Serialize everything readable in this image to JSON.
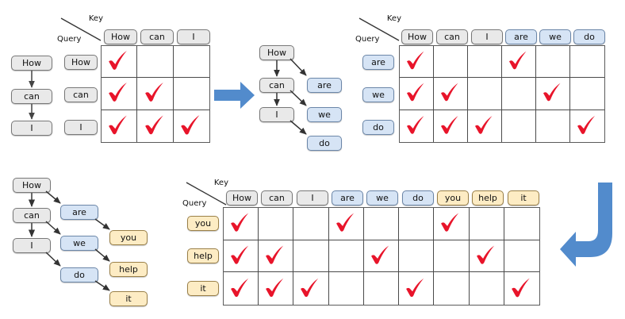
{
  "tokens": {
    "how": "How",
    "can": "can",
    "i": "I",
    "are": "are",
    "we": "we",
    "do": "do",
    "you": "you",
    "help": "help",
    "it": "it"
  },
  "axis_labels": {
    "key": "Key",
    "query": "Query"
  },
  "panels": {
    "top_left": {
      "chain": [
        "How",
        "can",
        "I"
      ],
      "matrix": {
        "columns": [
          "How",
          "can",
          "I"
        ],
        "rows": [
          "How",
          "can",
          "I"
        ],
        "marks": [
          [
            true,
            false,
            false
          ],
          [
            true,
            true,
            false
          ],
          [
            true,
            true,
            true
          ]
        ]
      }
    },
    "top_middle_tree": {
      "nodes": [
        "How",
        "can",
        "I",
        "are",
        "we",
        "do"
      ]
    },
    "top_right": {
      "matrix": {
        "columns": [
          "How",
          "can",
          "I",
          "are",
          "we",
          "do"
        ],
        "rows": [
          "are",
          "we",
          "do"
        ],
        "marks": [
          [
            true,
            false,
            false,
            true,
            false,
            false
          ],
          [
            true,
            true,
            false,
            false,
            true,
            false
          ],
          [
            true,
            true,
            true,
            false,
            false,
            true
          ]
        ]
      }
    },
    "bottom_left_tree": {
      "nodes": [
        "How",
        "can",
        "I",
        "are",
        "we",
        "do",
        "you",
        "help",
        "it"
      ]
    },
    "bottom_right": {
      "matrix": {
        "columns": [
          "How",
          "can",
          "I",
          "are",
          "we",
          "do",
          "you",
          "help",
          "it"
        ],
        "rows": [
          "you",
          "help",
          "it"
        ],
        "marks": [
          [
            true,
            false,
            false,
            true,
            false,
            false,
            true,
            false,
            false
          ],
          [
            true,
            true,
            false,
            false,
            true,
            false,
            false,
            true,
            false
          ],
          [
            true,
            true,
            true,
            false,
            false,
            true,
            false,
            false,
            true
          ]
        ]
      }
    }
  },
  "arrows": {
    "step_right": "right-arrow",
    "step_wrap": "wrap-down-left-arrow"
  },
  "colors": {
    "check": "#e8142a",
    "arrow_blue": "#528bcc",
    "chip_gray": "#e9e9e9",
    "chip_blue": "#d6e4f5",
    "chip_amber": "#fdecc4"
  }
}
